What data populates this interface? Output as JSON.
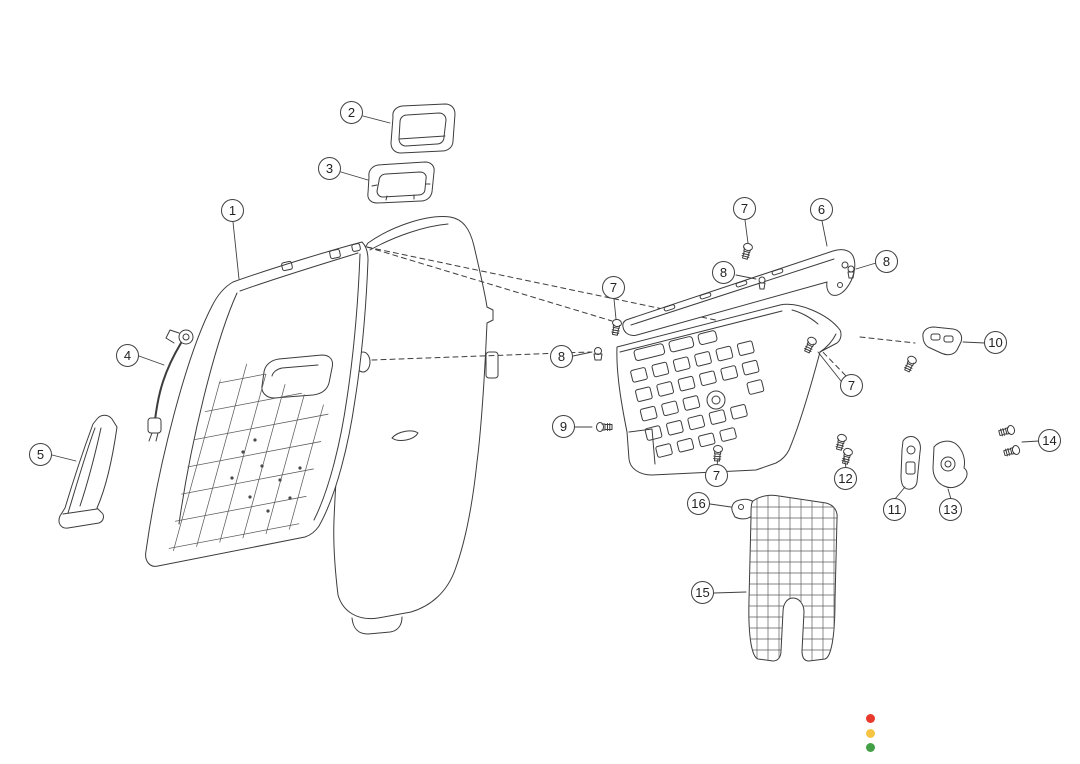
{
  "diagram": {
    "callouts": [
      {
        "label": "1"
      },
      {
        "label": "2"
      },
      {
        "label": "3"
      },
      {
        "label": "4"
      },
      {
        "label": "5"
      },
      {
        "label": "6"
      },
      {
        "label": "7"
      },
      {
        "label": "7"
      },
      {
        "label": "7"
      },
      {
        "label": "7"
      },
      {
        "label": "8"
      },
      {
        "label": "8"
      },
      {
        "label": "8"
      },
      {
        "label": "9"
      },
      {
        "label": "10"
      },
      {
        "label": "11"
      },
      {
        "label": "12"
      },
      {
        "label": "13"
      },
      {
        "label": "14"
      },
      {
        "label": "15"
      },
      {
        "label": "16"
      }
    ],
    "status_dots": [
      {
        "name": "red",
        "color": "#e8392b"
      },
      {
        "name": "yellow",
        "color": "#f6c443"
      },
      {
        "name": "green",
        "color": "#43a047"
      }
    ],
    "background": "#ffffff",
    "line_color": "#3c3c3c"
  }
}
